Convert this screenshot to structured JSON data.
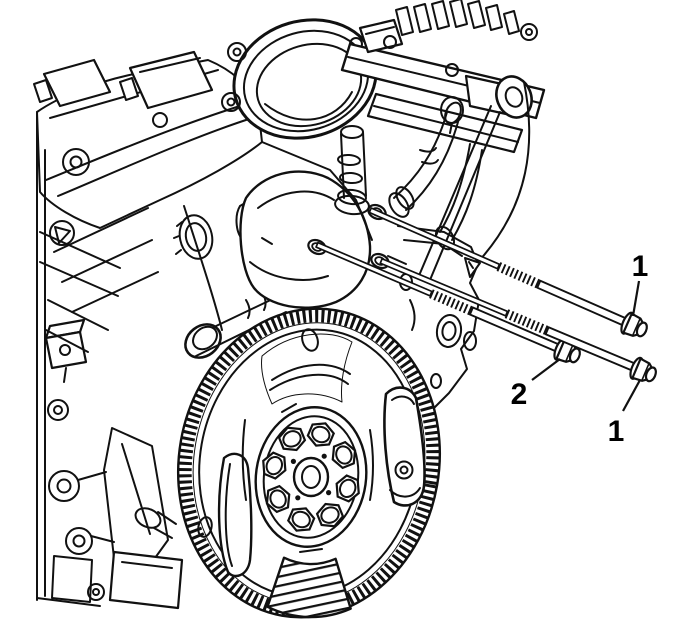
{
  "figure": {
    "background_color": "#ffffff",
    "line_color": "#111111",
    "description": "Black-and-white service-manual line illustration of an engine with flexplate ring gear and three flanged mounting bolts"
  },
  "callouts": [
    {
      "label": "1"
    },
    {
      "label": "2"
    },
    {
      "label": "1"
    }
  ]
}
